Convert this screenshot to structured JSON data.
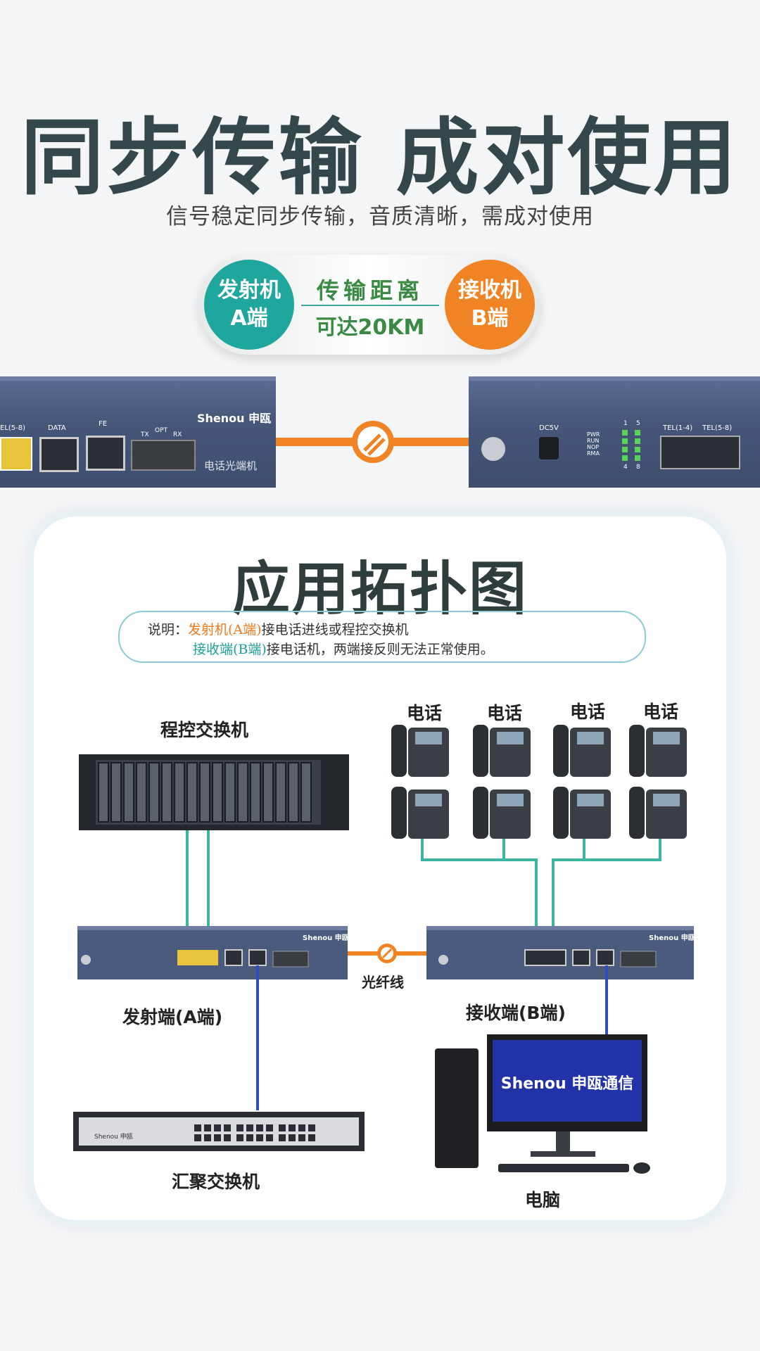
{
  "header": {
    "title": "同步传输 成对使用",
    "subtitle": "信号稳定同步传输，音质清晰，需成对使用"
  },
  "badge": {
    "transmitter": [
      "发射机",
      "A端"
    ],
    "receiver": [
      "接收机",
      "B端"
    ],
    "distance_line1": "传输距离",
    "distance_line2": "可达20KM"
  },
  "big_device_a": {
    "brand": "Shenou 申瓯",
    "model": "电话光端机",
    "ports": [
      "EL(5-8)",
      "DATA",
      "FE",
      "TX",
      "OPT",
      "RX"
    ]
  },
  "big_device_b": {
    "ports": [
      "DC5V",
      "PWR",
      "RUN",
      "NOP",
      "RMA",
      "1",
      "5",
      "4",
      "8",
      "TEL(1-4)",
      "TEL(5-8)"
    ]
  },
  "topology": {
    "title": "应用拓扑图",
    "note_prefix": "说明：",
    "note_a": "发射机(A端)",
    "note_a_rest": "接电话进线或程控交换机",
    "note_b": "接收端(B端)",
    "note_b_rest": "接电话机，两端接反则无法正常使用。",
    "pbx_label": "程控交换机",
    "phone_labels": [
      "电话",
      "电话",
      "电话",
      "电话"
    ],
    "sender_label": "发射端(A端)",
    "receiver_label": "接收端(B端)",
    "fiber_label": "光纤线",
    "switch_label": "汇聚交换机",
    "computer_label": "电脑",
    "monitor_text": "Shenou 申瓯通信",
    "small_device_brand": "Shenou 申瓯",
    "switch_brand": "Shenou 申瓯"
  },
  "colors": {
    "title": "#34474a",
    "teal": "#1fa79e",
    "orange": "#f08323",
    "device": "#465678",
    "cable_green": "#3bb6a0",
    "cable_blue": "#2c4fc4"
  }
}
